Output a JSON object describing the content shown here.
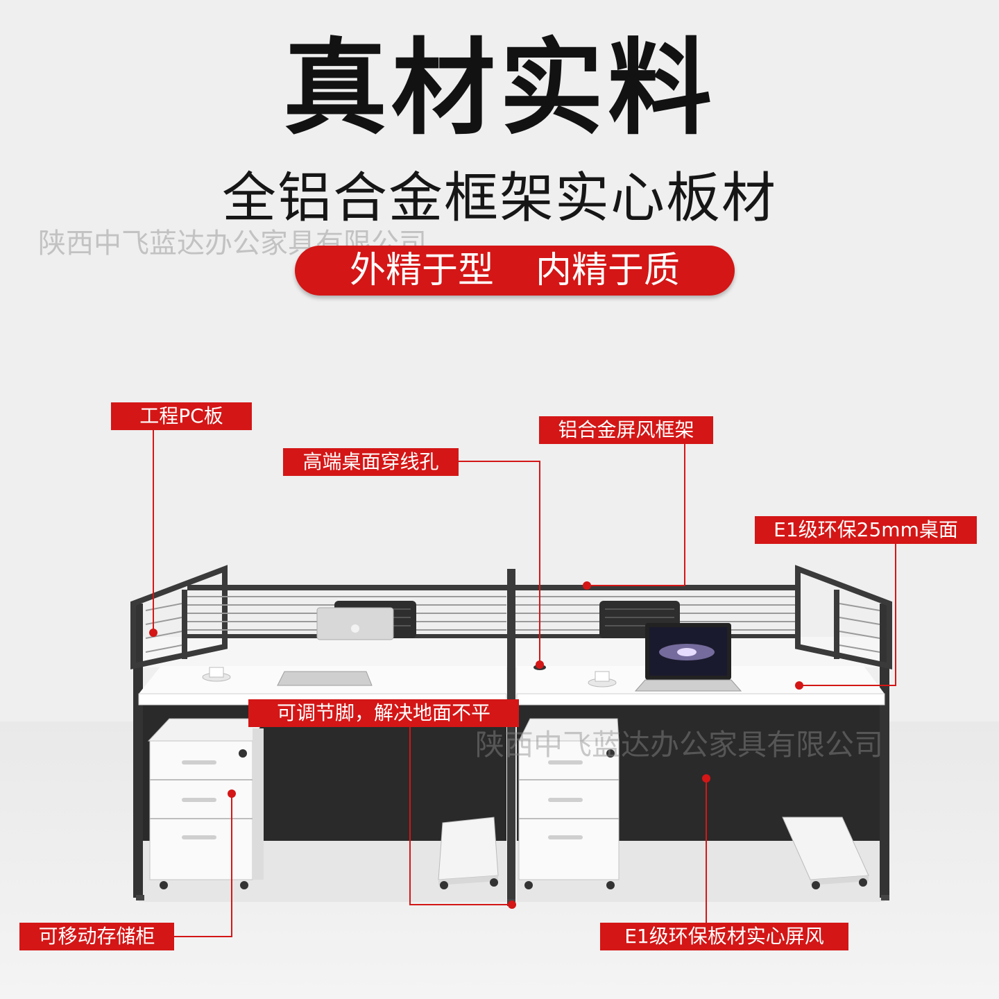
{
  "header": {
    "title": "真材实料",
    "subtitle": "全铝合金框架实心板材",
    "slogan_left": "外精于型",
    "slogan_right": "内精于质"
  },
  "watermarks": [
    "陕西中飞蓝达办公家具有限公司",
    "陕西中飞蓝达办公家具有限公司"
  ],
  "callouts": {
    "pc_board": "工程PC板",
    "frame": "铝合金屏风框架",
    "cable_hole": "高端桌面穿线孔",
    "desktop": "E1级环保25mm桌面",
    "feet": "可调节脚，解决地面不平",
    "cabinet": "可移动存储柜",
    "screen_board": "E1级环保板材实心屏风"
  },
  "colors": {
    "accent": "#d41616",
    "frame": "#3a3a3a",
    "panel": "#2b2b2b",
    "desk_top": "#ffffff"
  }
}
